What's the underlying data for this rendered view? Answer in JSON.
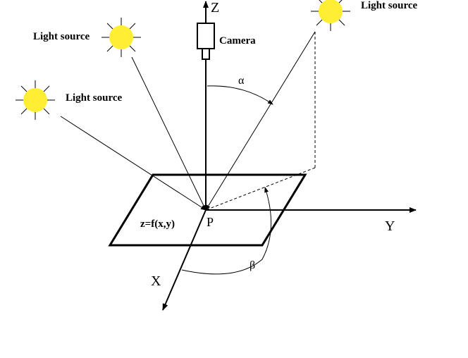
{
  "labels": {
    "light_source_left_upper": "Light source",
    "light_source_left_lower": "Light source",
    "light_source_right": "Light source",
    "camera": "Camera",
    "axis_z": "Z",
    "axis_y": "Y",
    "axis_x": "X",
    "alpha": "α",
    "beta": "β",
    "point": "P",
    "surface": "z=f(x,y)"
  },
  "colors": {
    "sun_fill": "#ffee33",
    "line": "#000000",
    "background": "#ffffff"
  }
}
